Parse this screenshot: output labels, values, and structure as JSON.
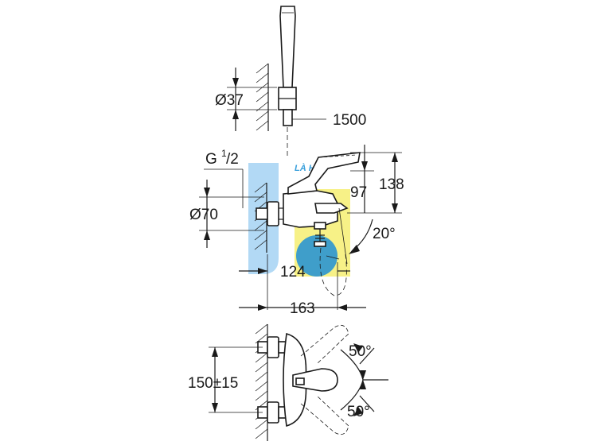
{
  "dimensions": {
    "holder_diameter": "Ø37",
    "hose_length": "1500",
    "thread_prefix": "G",
    "thread_numerator": "1",
    "thread_denominator": "/2",
    "rosette_diameter": "Ø70",
    "spout_height": "97",
    "lever_height": "138",
    "spout_angle": "20°",
    "spout_projection": "124",
    "total_projection": "163",
    "angle_upper": "50°",
    "angle_lower": "50°",
    "centres": "150±15"
  },
  "watermark": {
    "text": "LÀ HÀO",
    "colors": {
      "blue": "#1f8fd6",
      "yellow": "#f2e84a"
    }
  }
}
